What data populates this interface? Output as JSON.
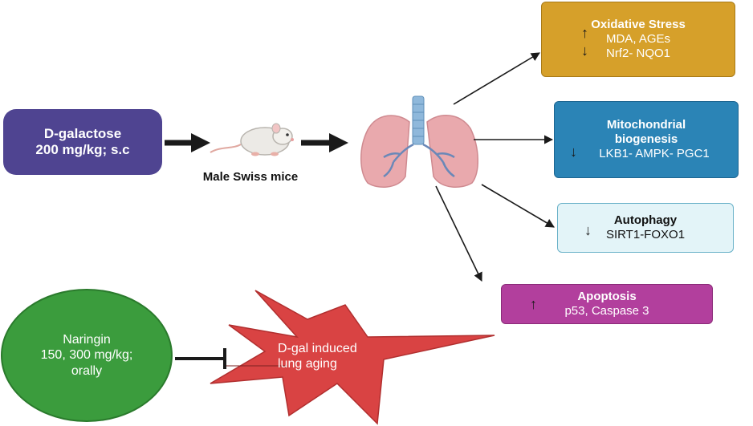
{
  "colors": {
    "dgal_box": "#4f4491",
    "oxidative": "#d6a02a",
    "mito": "#2b84b6",
    "autophagy": "#e3f4f8",
    "apoptosis": "#b23f9d",
    "naringin": "#3b9c3d",
    "star": "#d94343",
    "lung": "#e9a9ad",
    "trachea": "#8fb8db",
    "arrow": "#1a1a1a"
  },
  "treatment": {
    "name": "D-galactose",
    "dose": "200 mg/kg; s.c"
  },
  "animal": {
    "label": "Male Swiss mice",
    "icon": "mouse-icon"
  },
  "organ": {
    "icon": "lung-icon"
  },
  "outcomes": {
    "oxidative_stress": {
      "title": "Oxidative Stress",
      "line1": "MDA, AGEs",
      "line2": "Nrf2- NQO1",
      "arrows": [
        "up",
        "down"
      ]
    },
    "mitochondrial": {
      "title_line1": "Mitochondrial",
      "title_line2": "biogenesis",
      "line1": "LKB1- AMPK- PGC1",
      "arrow": "down"
    },
    "autophagy": {
      "title": "Autophagy",
      "line1": "SIRT1-FOXO1",
      "arrow": "down"
    },
    "apoptosis": {
      "title": "Apoptosis",
      "line1": "p53, Caspase 3",
      "arrow": "up"
    }
  },
  "intervention": {
    "name": "Naringin",
    "dose": "150, 300 mg/kg;",
    "route": "orally"
  },
  "injury": {
    "line1": "D-gal induced",
    "line2": "lung aging"
  },
  "symbols": {
    "up": "↑",
    "down": "↓"
  }
}
